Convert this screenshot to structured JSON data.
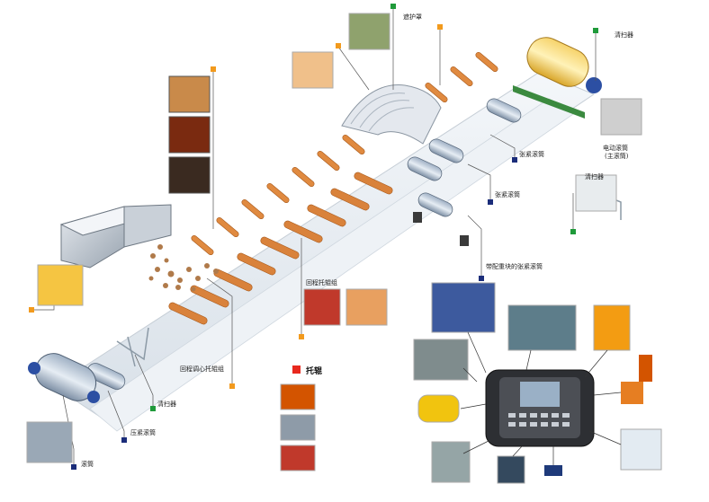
{
  "labels": {
    "guard_cover": "遮护罩",
    "cleaner_top": "清扫器",
    "motor_pulley": "电动滚筒",
    "motor_pulley_sub": "(主滚筒)",
    "cleaner_right": "清扫器",
    "tension_pulley_top": "张紧滚筒",
    "tension_pulley_mid": "张紧滚筒",
    "tension_with_weight": "带配重块的张紧滚筒",
    "return_roller_group": "回程托辊组",
    "return_self_align": "回程调心托辊组",
    "cleaner_bottom": "清扫器",
    "tension_pulley_bottom": "压紧滚筒",
    "tail_pulley": "滚筒"
  },
  "legend": {
    "idler": "托辊",
    "idler_color": "#e8281e"
  },
  "colors": {
    "callout_orange": "#f29a1d",
    "callout_green": "#1f9a3a",
    "callout_navy": "#1b2d7a",
    "belt": "#e9eef3",
    "roller": "#d9823b",
    "frame": "#8c9aa6"
  }
}
